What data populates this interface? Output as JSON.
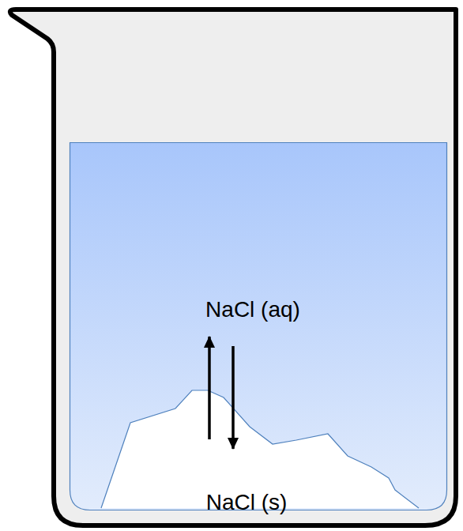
{
  "diagram": {
    "nodes": [
      {
        "text": [
          "NaCl (aq)"
        ]
      },
      {
        "text": [
          "NaCl (s)"
        ],
        "in": 0
      }
    ],
    "edges": [
      {
        "from": 1,
        "to": 0,
        "arrow": "to"
      },
      {
        "from": 0,
        "to": 1,
        "arrow": "to"
      }
    ]
  }
}
